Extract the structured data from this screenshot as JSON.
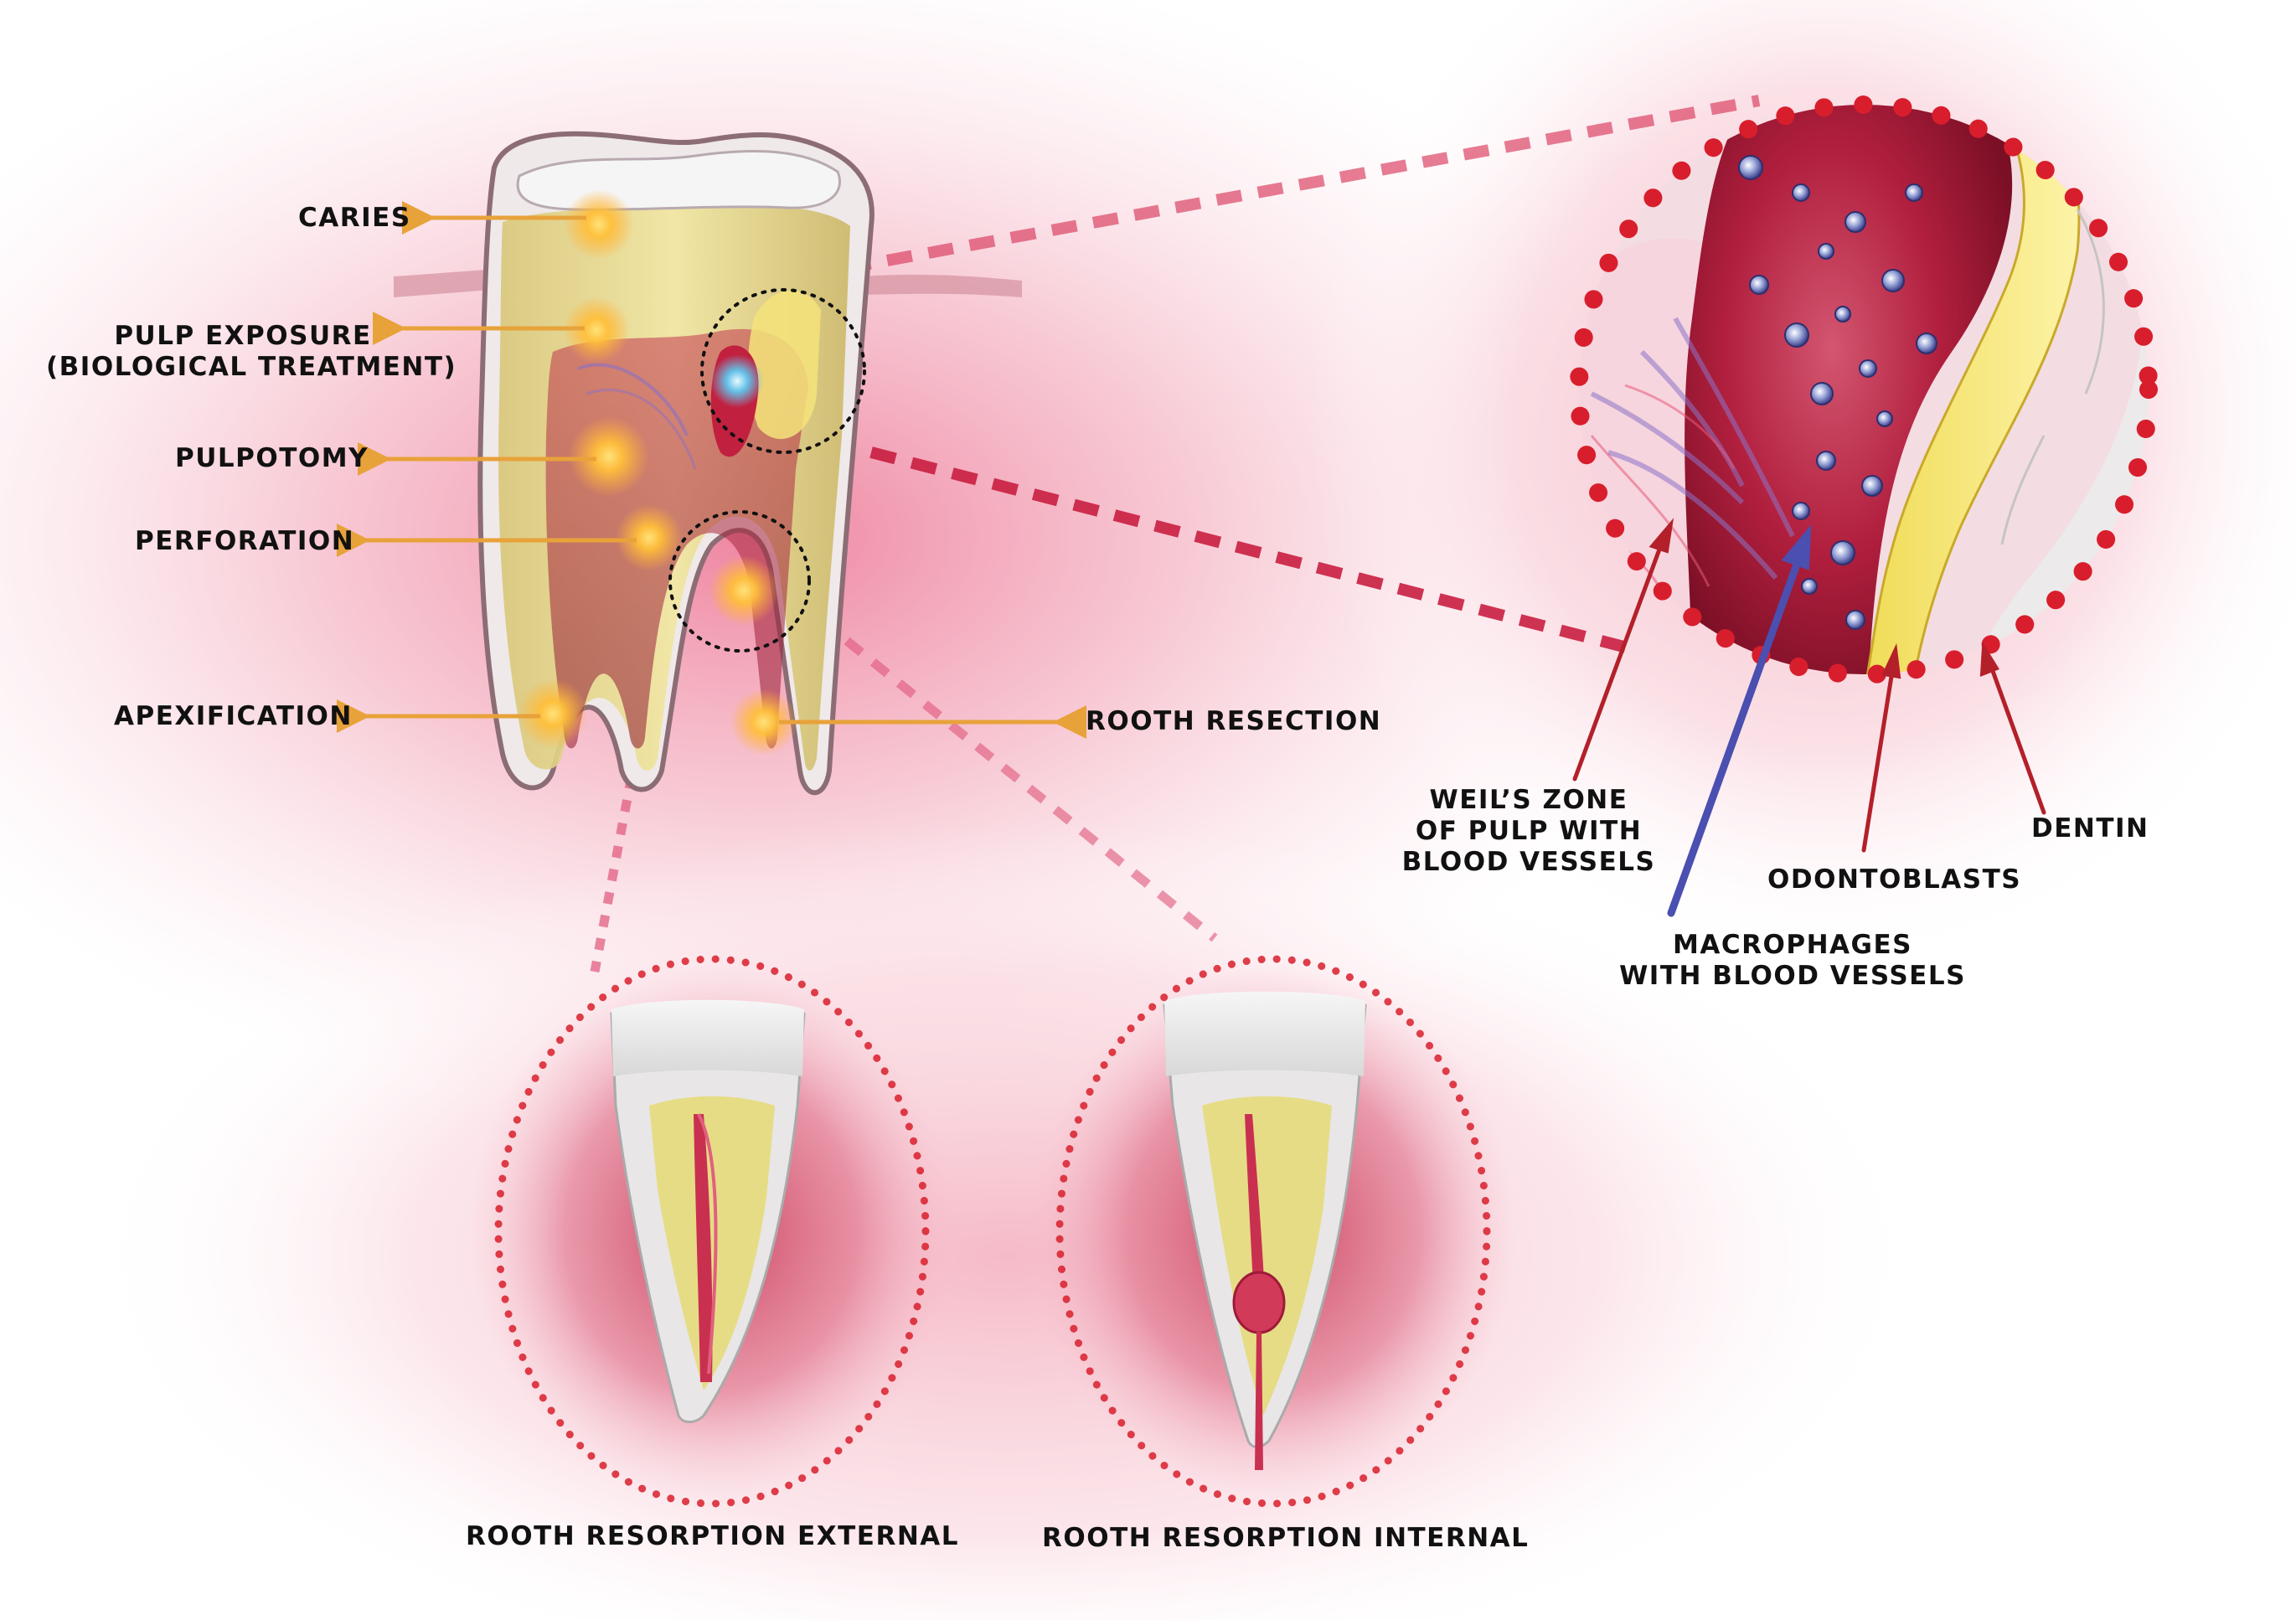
{
  "colors": {
    "accent_orange": "#e8a23a",
    "accent_red": "#d81e2c",
    "arrow_dark_red": "#b3202a",
    "arrow_blue": "#4a4fb0",
    "pulp_red": "#b7233c",
    "dentin_yellow": "#e9d86c",
    "enamel": "#eeeeee",
    "background_pink": "#f6c3cf"
  },
  "icons": [
    "tooth-cross-section-icon",
    "zoom-circle-icon",
    "root-tooth-icon",
    "glow-point-icon"
  ],
  "labels": {
    "caries": "CARIES",
    "pulp_exposure": [
      "PULP EXPOSURE",
      "(BIOLOGICAL TREATMENT)"
    ],
    "pulpotomy": "PULPOTOMY",
    "perforation": "PERFORATION",
    "apexification": "APEXIFICATION",
    "rooth_resection": "ROOTH RESECTION",
    "weils_zone": [
      "WEIL’S ZONE",
      "OF PULP WITH",
      "BLOOD VESSELS"
    ],
    "macrophages": [
      "MACROPHAGES",
      "WITH BLOOD VESSELS"
    ],
    "odontoblasts": "ODONTOBLASTS",
    "dentin": "DENTIN",
    "resorption_external": "ROOTH RESORPTION EXTERNAL",
    "resorption_internal": "ROOTH RESORPTION INTERNAL"
  }
}
